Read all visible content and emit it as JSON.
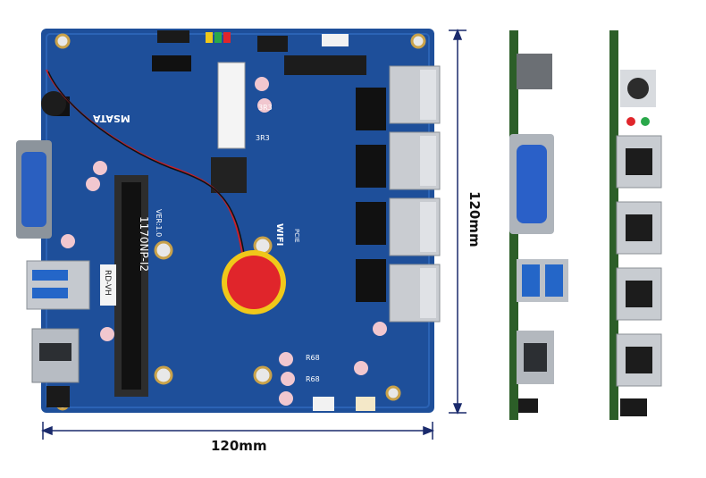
{
  "dimensions": {
    "width_label": "120mm",
    "height_label": "120mm"
  },
  "board": {
    "model_silk": "1170NP-I2",
    "version_silk": "VER:1.0",
    "msata_silk": "MSATA",
    "wifi_silk": "WIFI",
    "pcie_silk": "PCIE",
    "ram_label": "RD-VH",
    "inductor_labels": [
      "3R3",
      "3R3",
      "R68",
      "R68"
    ]
  },
  "colors": {
    "pcb": "#1e4f9a",
    "pcb_dark": "#163c78",
    "battery_red": "#e0252b",
    "battery_holder": "#f0c81a",
    "metal": "#b9bec4",
    "usb_blue": "#2466c8",
    "dimension_line": "#1a2a6c"
  }
}
